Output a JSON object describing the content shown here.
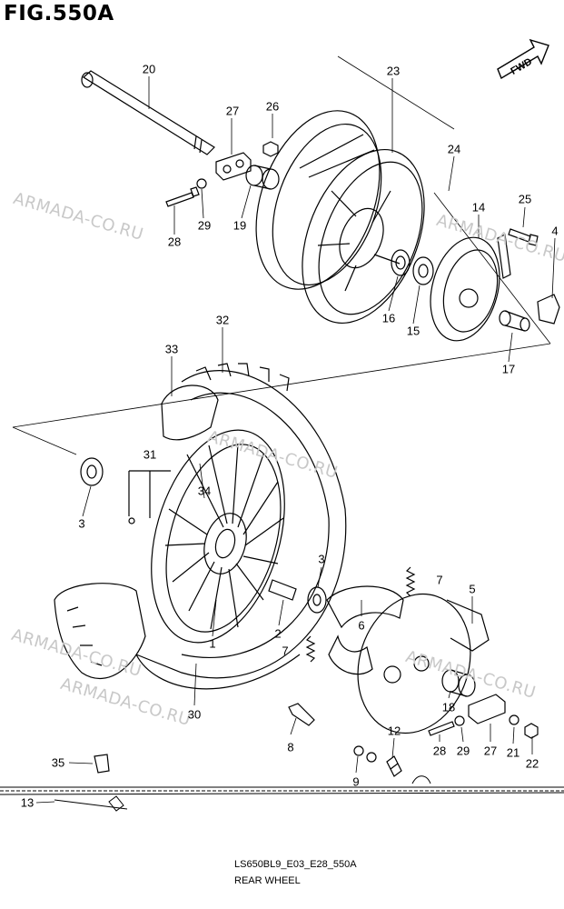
{
  "figure": {
    "title": "FIG.550A",
    "direction": "FWD"
  },
  "watermarks": [
    "ARMADA-CO.RU",
    "ARMADA-CO.RU",
    "ARMADA-CO.RU",
    "ARMADA-CO.RU",
    "ARMADA-CO.RU",
    "ARMADA-CO.RU"
  ],
  "parts": [
    {
      "label": "20"
    },
    {
      "label": "27"
    },
    {
      "label": "26"
    },
    {
      "label": "23"
    },
    {
      "label": "24"
    },
    {
      "label": "25"
    },
    {
      "label": "14"
    },
    {
      "label": "4"
    },
    {
      "label": "28"
    },
    {
      "label": "29"
    },
    {
      "label": "19"
    },
    {
      "label": "16"
    },
    {
      "label": "15"
    },
    {
      "label": "17"
    },
    {
      "label": "32"
    },
    {
      "label": "33"
    },
    {
      "label": "31"
    },
    {
      "label": "34"
    },
    {
      "label": "3"
    },
    {
      "label": "3"
    },
    {
      "label": "7"
    },
    {
      "label": "5"
    },
    {
      "label": "6"
    },
    {
      "label": "2"
    },
    {
      "label": "1"
    },
    {
      "label": "7"
    },
    {
      "label": "30"
    },
    {
      "label": "18"
    },
    {
      "label": "12"
    },
    {
      "label": "8"
    },
    {
      "label": "28"
    },
    {
      "label": "29"
    },
    {
      "label": "27"
    },
    {
      "label": "21"
    },
    {
      "label": "22"
    },
    {
      "label": "35"
    },
    {
      "label": "9"
    },
    {
      "label": "13"
    }
  ],
  "footer": {
    "code": "LS650BL9_E03_E28_550A",
    "name": "REAR WHEEL"
  },
  "colors": {
    "line": "#000000",
    "watermark": "#c8c8c8",
    "background": "#ffffff"
  }
}
